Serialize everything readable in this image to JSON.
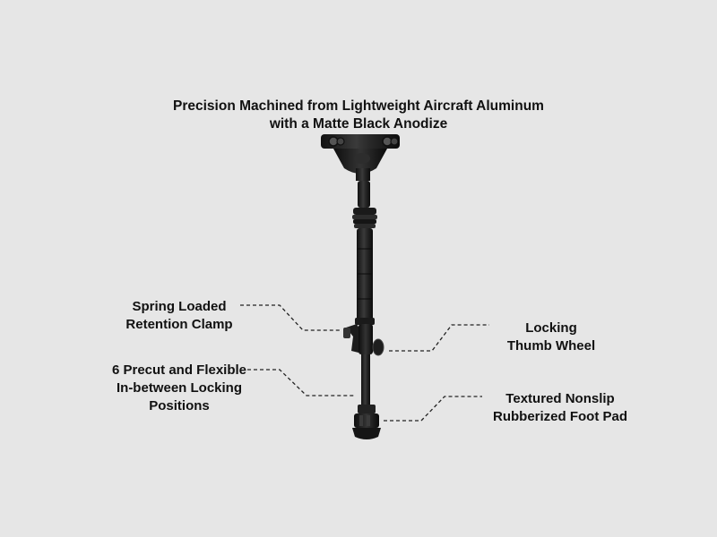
{
  "title": {
    "line1": "Precision Machined from Lightweight Aircraft Aluminum",
    "line2": "with a Matte Black Anodize"
  },
  "callouts": {
    "spring_clamp": {
      "line1": "Spring Loaded",
      "line2": "Retention Clamp"
    },
    "locking_positions": {
      "line1": "6 Precut and Flexible",
      "line2": "In-between Locking",
      "line3": "Positions"
    },
    "thumb_wheel": {
      "line1": "Locking",
      "line2": "Thumb Wheel"
    },
    "foot_pad": {
      "line1": "Textured Nonslip",
      "line2": "Rubberized Foot Pad"
    }
  },
  "colors": {
    "background": "#e6e6e6",
    "product": "#1e1e1e",
    "leader_line": "#222222"
  }
}
